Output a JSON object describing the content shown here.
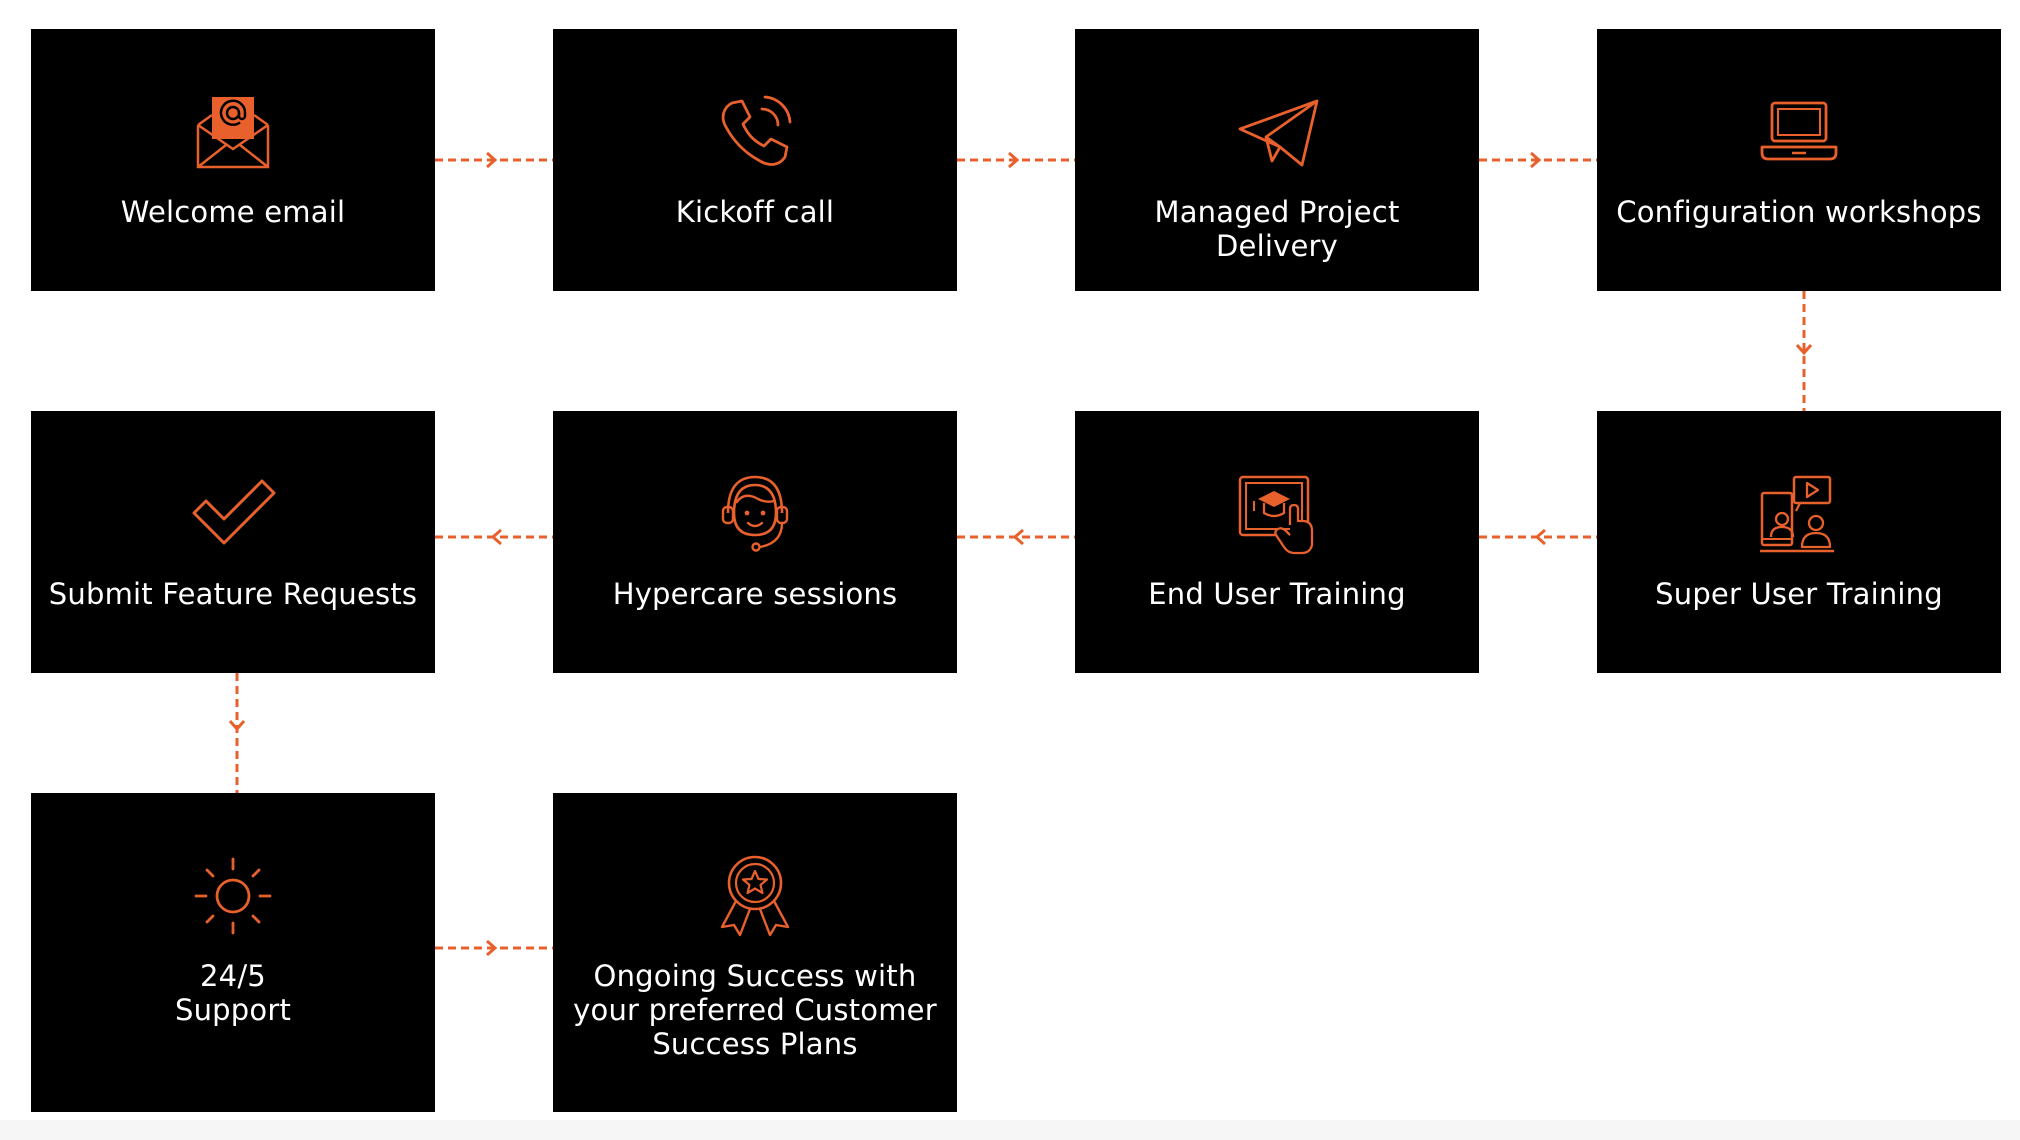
{
  "colors": {
    "box": "#000000",
    "accent": "#E8602C",
    "text": "#FFFFFF",
    "background": "#FFFFFF"
  },
  "steps": [
    {
      "id": "welcome-email",
      "label": "Welcome email",
      "icon": "envelope-at-icon"
    },
    {
      "id": "kickoff-call",
      "label": "Kickoff call",
      "icon": "phone-ringing-icon"
    },
    {
      "id": "managed-project-delivery",
      "label": "Managed Project Delivery",
      "icon": "paper-plane-icon"
    },
    {
      "id": "configuration-workshops",
      "label": "Configuration workshops",
      "icon": "laptop-icon"
    },
    {
      "id": "super-user-training",
      "label": "Super User Training",
      "icon": "video-training-icon"
    },
    {
      "id": "end-user-training",
      "label": "End User Training",
      "icon": "touch-screen-graduation-icon"
    },
    {
      "id": "hypercare-sessions",
      "label": "Hypercare sessions",
      "icon": "headset-agent-icon"
    },
    {
      "id": "submit-feature-requests",
      "label": "Submit Feature Requests",
      "icon": "checkmark-icon"
    },
    {
      "id": "support",
      "label": "24/5\nSupport",
      "icon": "sun-icon"
    },
    {
      "id": "ongoing-success",
      "label": "Ongoing Success with\nyour preferred Customer\nSuccess Plans",
      "icon": "award-ribbon-icon"
    }
  ]
}
